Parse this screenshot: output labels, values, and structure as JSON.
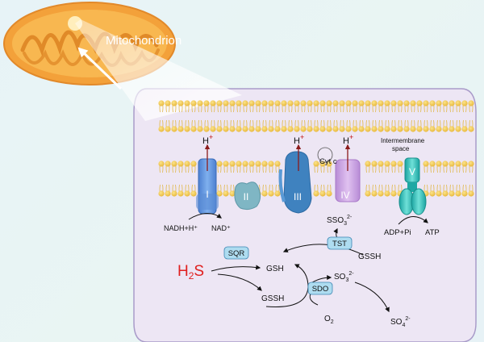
{
  "mitochondrion": {
    "label": "Mitochondrion"
  },
  "complexes": {
    "c1": "I",
    "c2": "II",
    "c3": "III",
    "c4": "IV",
    "c5": "V"
  },
  "proton": {
    "symbol": "H",
    "charge": "+"
  },
  "cytc": "Cyt c",
  "intermembrane": {
    "line1": "Intermembrane",
    "line2": "space"
  },
  "labels": {
    "nadh": "NADH+H⁺",
    "nad": "NAD⁺",
    "adp": "ADP+Pi",
    "atp": "ATP"
  },
  "pathway": {
    "h2s": "H",
    "h2s_sub": "2",
    "h2s_tail": "S",
    "sqr": "SQR",
    "gsh": "GSH",
    "gssh1": "GSSH",
    "gssh2": "GSSH",
    "tst": "TST",
    "sdo": "SDO",
    "sso3": "SSO",
    "sso3_sub": "3",
    "sso3_sup": "2-",
    "so3": "SO",
    "so3_sub": "3",
    "so3_sup": "2-",
    "so4": "SO",
    "so4_sub": "4",
    "so4_sup": "2-",
    "o2": "O",
    "o2_sub": "2"
  },
  "colors": {
    "mito_orange": "#f5a43b",
    "cell_fill": "#ede6f4",
    "cell_stroke": "#a99bc9",
    "lipid_head": "#f4cf5e",
    "complex1": "#5b8ed6",
    "complex2": "#7fb3c2",
    "complex3": "#3f7fbd",
    "complex4": "#c79ee0",
    "complex5": "#2bb7b3",
    "enzyme_box": "#aedcf0",
    "h2s_red": "#e0201f",
    "proton_arrow": "#8b1a1a"
  }
}
